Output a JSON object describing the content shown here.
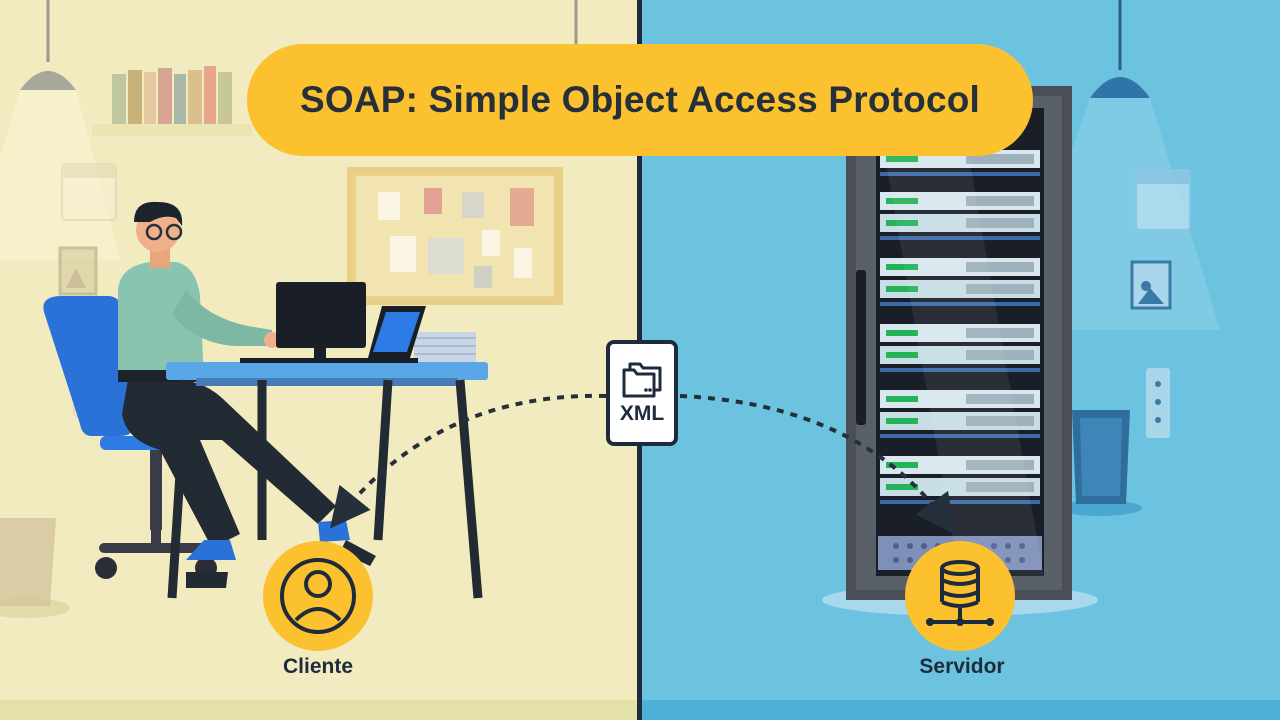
{
  "title": "SOAP: Simple Object Access Protocol",
  "message": {
    "format_label": "XML",
    "icon": "folders-icon"
  },
  "client": {
    "label": "Cliente",
    "icon": "user-icon"
  },
  "server": {
    "label": "Servidor",
    "icon": "database-icon"
  },
  "colors": {
    "banner": "#fbc12e",
    "client_background": "#f3ebc0",
    "server_background": "#6cc3e0",
    "dark_navy": "#1e2b3c",
    "badge_yellow": "#fbc12e"
  }
}
